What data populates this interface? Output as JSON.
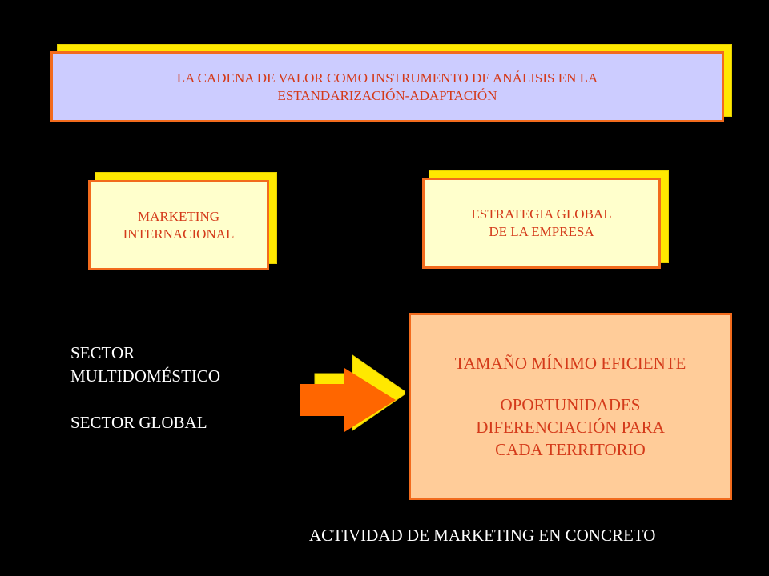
{
  "title_box": {
    "line1": "LA CADENA DE VALOR COMO INSTRUMENTO DE ANÁLISIS EN LA",
    "line2": "ESTANDARIZACIÓN-ADAPTACIÓN"
  },
  "marketing_box": {
    "line1": "MARKETING",
    "line2": "INTERNACIONAL"
  },
  "estrategia_box": {
    "line1": "ESTRATEGIA GLOBAL",
    "line2": "DE LA EMPRESA"
  },
  "sectors": {
    "line1": "SECTOR",
    "line2": "MULTIDOMÉSTICO",
    "line3": "SECTOR GLOBAL"
  },
  "outcome_box": {
    "line1": "TAMAÑO MÍNIMO EFICIENTE",
    "line2": "OPORTUNIDADES",
    "line3": "DIFERENCIACIÓN PARA",
    "line4": "CADA TERRITORIO"
  },
  "footer": {
    "text": "ACTIVIDAD DE MARKETING EN CONCRETO"
  },
  "colors": {
    "background": "#000000",
    "box_border": "#f26b1d",
    "shadow": "#ffe800",
    "title_fill": "#ccccff",
    "small_box_fill": "#ffffcc",
    "outcome_fill": "#ffcc99",
    "box_text": "#d43a1a",
    "arrow": "#ff6600"
  }
}
